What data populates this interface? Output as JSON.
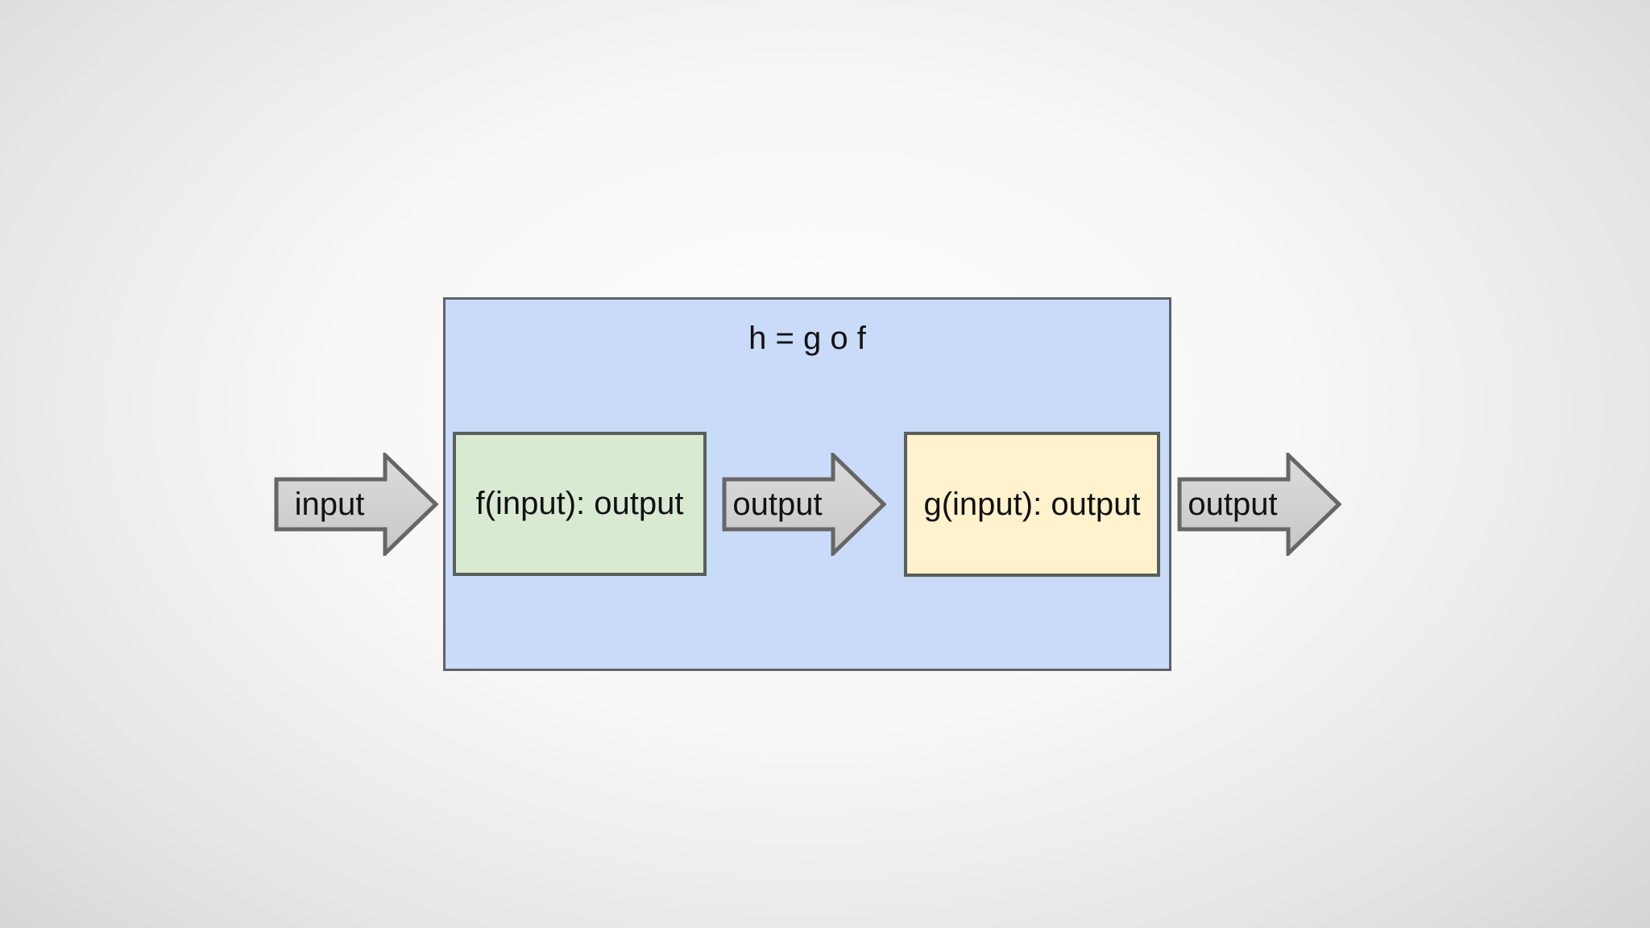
{
  "diagram": {
    "title": "h = g o f",
    "nodes": [
      {
        "id": "f",
        "label": "f(input): output",
        "fill": "#d9ead3"
      },
      {
        "id": "g",
        "label": "g(input): output",
        "fill": "#fff2cc"
      }
    ],
    "arrows": [
      {
        "id": "input-arrow",
        "label": "input"
      },
      {
        "id": "intermediate-output-arrow",
        "label": "output"
      },
      {
        "id": "final-output-arrow",
        "label": "output"
      }
    ],
    "colors": {
      "container_fill": "#c9dbf8",
      "container_border": "#5f6368",
      "node_border": "#595f59",
      "node_f_fill": "#d9ead3",
      "node_g_fill": "#fff2cc",
      "arrow_fill_top": "#dcdcdc",
      "arrow_fill_bottom": "#c7c7c7",
      "arrow_border": "#666666",
      "text": "#111111",
      "background_center": "#ffffff",
      "background_edge": "#d2d2d2"
    }
  }
}
